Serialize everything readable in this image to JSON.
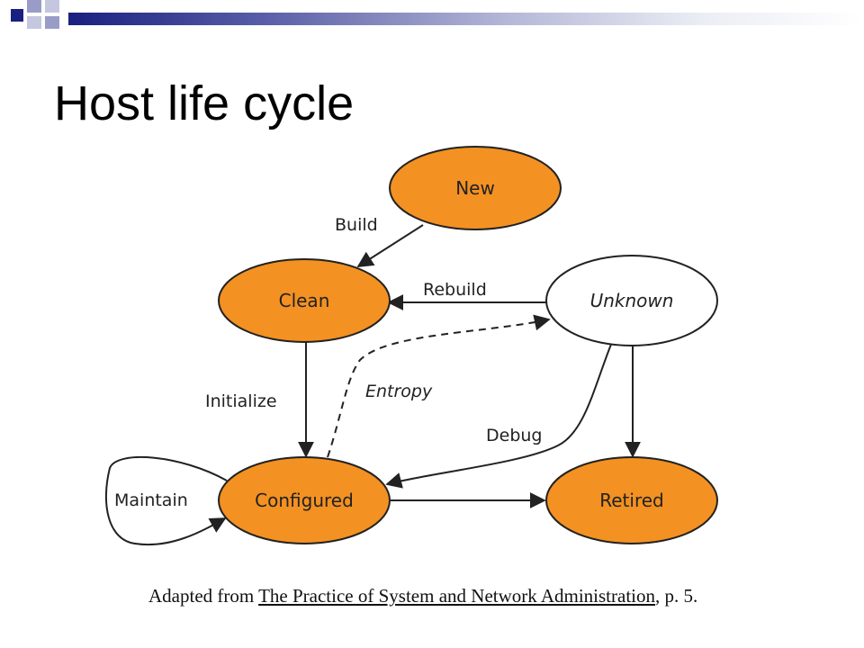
{
  "slide": {
    "title": "Host life cycle"
  },
  "colors": {
    "accent_dark": "#1a1f80",
    "accent_light": "#9a9cc8",
    "state_fill": "#f39122",
    "unknown_fill": "#ffffff"
  },
  "diagram": {
    "states": {
      "new": "New",
      "clean": "Clean",
      "unknown": "Unknown",
      "configured": "Configured",
      "retired": "Retired"
    },
    "transitions": {
      "build": "Build",
      "rebuild": "Rebuild",
      "initialize": "Initialize",
      "entropy": "Entropy",
      "debug": "Debug",
      "maintain": "Maintain"
    }
  },
  "caption": {
    "prefix": "Adapted from ",
    "book": "The Practice of System and Network Administration",
    "suffix": ", p. 5."
  }
}
